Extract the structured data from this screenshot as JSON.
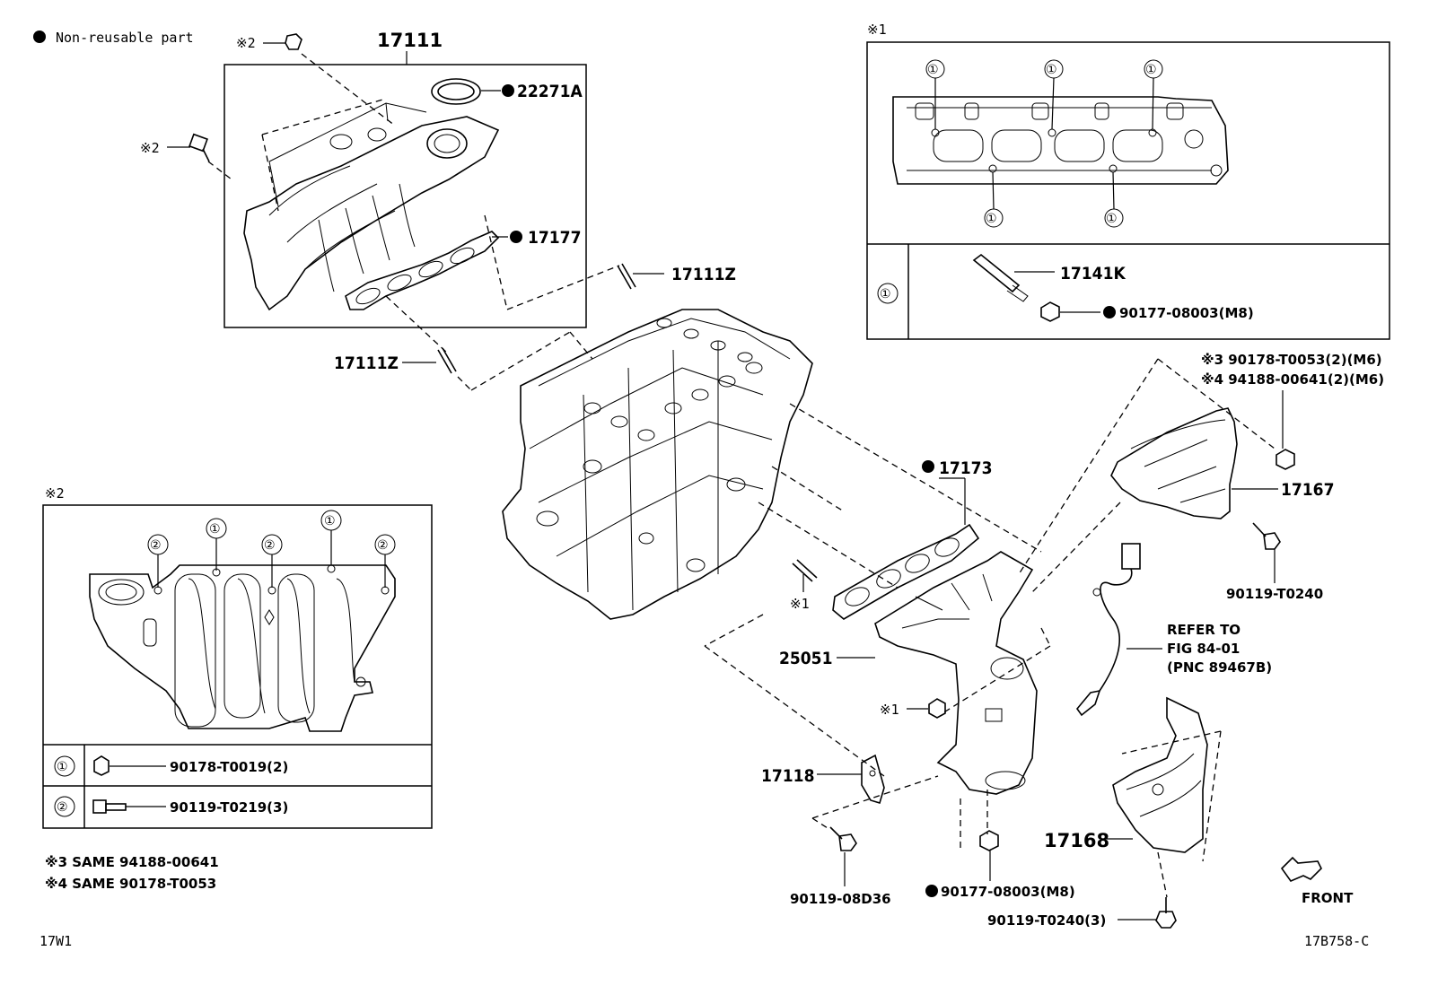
{
  "legend": {
    "non_reusable_label": "Non-reusable part"
  },
  "top_box": {
    "title": "17111",
    "ref2_top": "※2",
    "ref2_left": "※2",
    "gasket_label": "22271A",
    "intake_gasket_label": "17177"
  },
  "stud_top": "17111Z",
  "stud_left": "17111Z",
  "ref_box1": {
    "title": "※1",
    "circles": [
      "①",
      "①",
      "①",
      "①",
      "①"
    ],
    "row_index": "①",
    "stud_label": "17141K",
    "nut_label": "90177-08003(M8)"
  },
  "heat_insulator_top": {
    "note3": "※3  90178-T0053(2)(M6)",
    "note4": "※4  94188-00641(2)(M6)",
    "part_label": "17167",
    "bolt_label": "90119-T0240"
  },
  "exhaust": {
    "gasket_label": "17173",
    "stud_ref": "※1",
    "manifold_label": "25051",
    "nut_ref": "※1",
    "bracket_label": "17118",
    "bracket_bolt_label": "90119-08D36",
    "nut_label": "90177-08003(M8)",
    "lower_insulator_label": "17168",
    "lower_bolt_label": "90119-T0240(3)"
  },
  "refer": {
    "line1": "REFER TO",
    "line2": "FIG 84-01",
    "line3": "(PNC 89467B)"
  },
  "ref_box2": {
    "title": "※2",
    "top_circles": [
      "②",
      "①",
      "②",
      "①",
      "②"
    ],
    "rows": [
      {
        "index": "①",
        "part": "90178-T0019(2)"
      },
      {
        "index": "②",
        "part": "90119-T0219(3)"
      }
    ]
  },
  "notes": {
    "note3": "※3  SAME  94188-00641",
    "note4": "※4  SAME  90178-T0053"
  },
  "footer": {
    "left_code": "17W1",
    "right_code": "17B758-C",
    "front_label": "FRONT"
  }
}
